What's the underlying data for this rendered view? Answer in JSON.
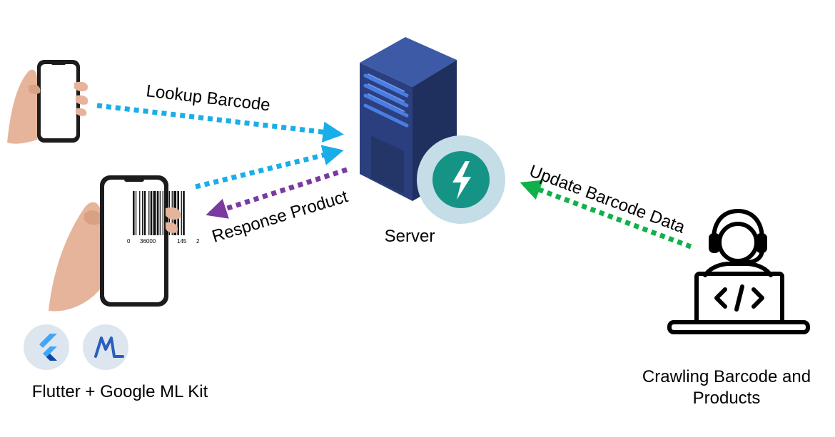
{
  "nodes": {
    "server": {
      "label": "Server"
    },
    "client": {
      "label": "Flutter + Google ML Kit"
    },
    "crawler": {
      "label_line1": "Crawling Barcode and",
      "label_line2": "Products"
    },
    "barcode": {
      "digits_left": "0",
      "digits_middle": "36000",
      "digits_right": "145",
      "digits_end": "2"
    }
  },
  "edges": {
    "lookup": {
      "label": "Lookup Barcode",
      "color": "#1aaee8"
    },
    "response": {
      "label": "Response Product",
      "color": "#7a3aa0"
    },
    "update": {
      "label": "Update Barcode Data",
      "color": "#12b04a"
    }
  },
  "icons": {
    "server": "server-tower-icon",
    "fastapi": "fastapi-lightning-icon",
    "flutter": "flutter-logo-icon",
    "mlkit": "ml-kit-logo-icon",
    "developer": "developer-laptop-icon",
    "phone_empty": "hand-phone-icon",
    "phone_barcode": "hand-phone-barcode-icon"
  },
  "colors": {
    "server_dark": "#243668",
    "server_light": "#4a7de0",
    "fastapi_bg": "#c5dde6",
    "fastapi_fg": "#159486",
    "logo_bg": "#dde6ee"
  }
}
